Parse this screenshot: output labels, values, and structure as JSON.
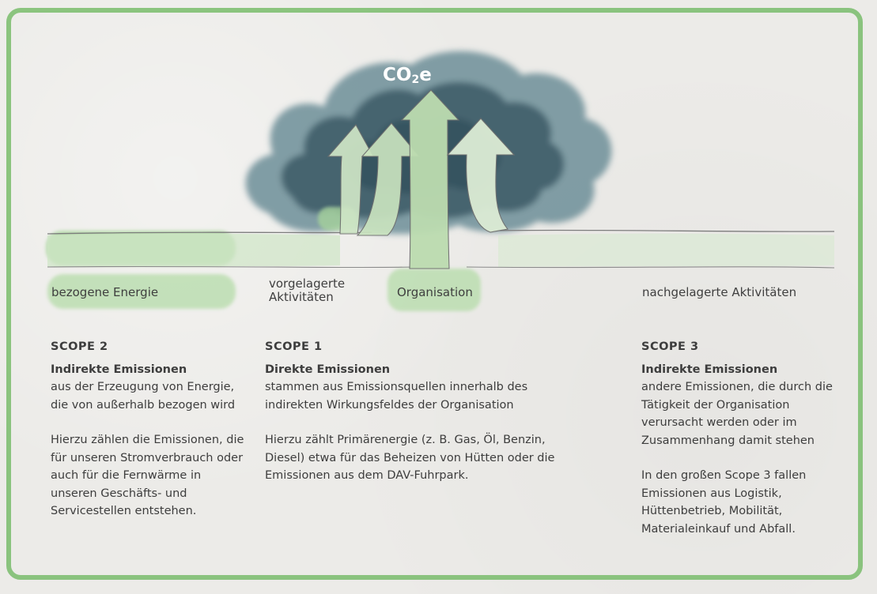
{
  "cloud": {
    "formula_main": "CO",
    "formula_sub": "2",
    "formula_suffix": "e"
  },
  "flow_labels": {
    "bezogene_energie": "bezogene Energie",
    "vorgelagerte_1": "vorgelagerte",
    "vorgelagerte_2": "Aktivitäten",
    "organisation": "Organisation",
    "nachgelagerte": "nachgelagerte Aktivitäten"
  },
  "scope2": {
    "title": "SCOPE 2",
    "heading": "Indirekte Emissionen",
    "desc": "aus der Erzeugung von Energie, die von außerhalb bezogen wird",
    "detail": "Hierzu zählen die Emissionen, die für unseren Stromver­brauch oder auch für die Fern­wärme in unseren Geschäfts- und Servicestellen entstehen."
  },
  "scope1": {
    "title": "SCOPE 1",
    "heading": "Direkte Emissionen",
    "desc": "stammen aus Emissionsquellen innerhalb des indirekten Wirkungsfeldes der Organisation",
    "detail": "Hierzu zählt Primärenergie (z. B. Gas, Öl, Benzin, Diesel) etwa für das Beheizen von Hütten oder die Emissionen aus dem DAV-Fuhrpark."
  },
  "scope3": {
    "title": "SCOPE 3",
    "heading": "Indirekte Emissionen",
    "desc": "andere Emissionen, die durch die Tätigkeit der Organisation verursacht werden oder im Zusammenhang damit stehen",
    "detail": "In den großen Scope 3 fallen Emissionen aus Logistik, Hüttenbetrieb, Mobilität, Materialeinkauf und Abfall."
  },
  "colors": {
    "frame": "#7fbf72",
    "cloud_dark": "#3f5f6b",
    "cloud_mid": "#6a8c96",
    "arrow_fill": "#c9e3bf",
    "arrow_dark": "#a6d39a"
  }
}
